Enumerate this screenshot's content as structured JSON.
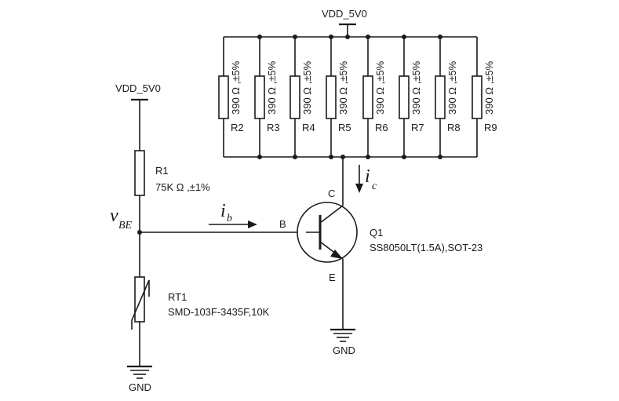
{
  "power": {
    "top": "VDD_5V0",
    "left": "VDD_5V0"
  },
  "ground": {
    "left": "GND",
    "right": "GND"
  },
  "resistor_array": {
    "value": "390 Ω ,±5%",
    "names": [
      "R2",
      "R3",
      "R4",
      "R5",
      "R6",
      "R7",
      "R8",
      "R9"
    ]
  },
  "r1": {
    "name": "R1",
    "value": "75K Ω ,±1%"
  },
  "rt1": {
    "name": "RT1",
    "value": "SMD-103F-3435F,10K"
  },
  "q1": {
    "name": "Q1",
    "part": "SS8050LT(1.5A),SOT-23",
    "pin_c": "C",
    "pin_b": "B",
    "pin_e": "E"
  },
  "labels": {
    "vbe_main": "v",
    "vbe_sub": "BE",
    "ib_main": "i",
    "ib_sub": "b",
    "ic_main": "i",
    "ic_sub": "c"
  }
}
